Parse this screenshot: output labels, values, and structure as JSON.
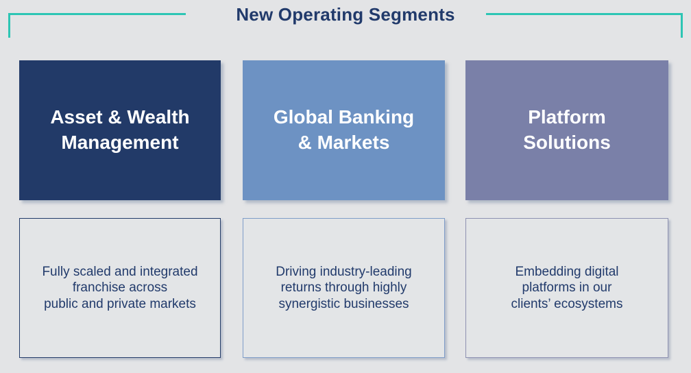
{
  "title": "New Operating Segments",
  "colors": {
    "background": "#E3E4E6",
    "bracket_teal": "#2DC5B4",
    "title_navy": "#213A6B",
    "description_text_navy": "#213A6B"
  },
  "segments": [
    {
      "title": "Asset & Wealth\nManagement",
      "description": "Fully scaled and integrated\nfranchise across\npublic and private markets",
      "fill_color": "#223A68",
      "border_color": "#223A68",
      "text_color": "#FFFFFF"
    },
    {
      "title": "Global Banking\n& Markets",
      "description": "Driving industry-leading\nreturns through highly\nsynergistic businesses",
      "fill_color": "#6D92C3",
      "border_color": "#7E9CC8",
      "text_color": "#FFFFFF"
    },
    {
      "title": "Platform\nSolutions",
      "description": "Embedding digital\nplatforms in our\nclients’ ecosystems",
      "fill_color": "#7A80A8",
      "border_color": "#8D90B1",
      "text_color": "#FFFFFF"
    }
  ]
}
